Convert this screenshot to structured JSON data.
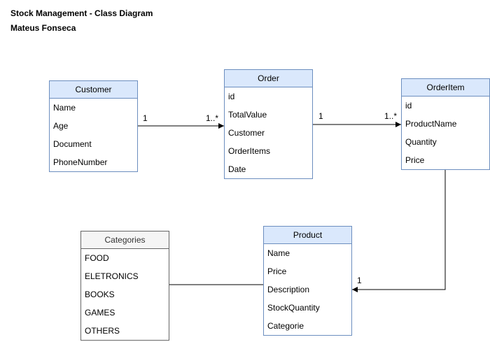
{
  "title": "Stock Management - Class Diagram",
  "author": "Mateus Fonseca",
  "classes": {
    "customer": {
      "name": "Customer",
      "attributes": [
        "Name",
        "Age",
        "Document",
        "PhoneNumber"
      ]
    },
    "order": {
      "name": "Order",
      "attributes": [
        "id",
        "TotalValue",
        "Customer",
        "OrderItems",
        "Date"
      ]
    },
    "orderitem": {
      "name": "OrderItem",
      "attributes": [
        "id",
        "ProductName",
        "Quantity",
        "Price"
      ]
    },
    "product": {
      "name": "Product",
      "attributes": [
        "Name",
        "Price",
        "Description",
        "StockQuantity",
        "Categorie"
      ]
    },
    "categories": {
      "name": "Categories",
      "attributes": [
        "FOOD",
        "ELETRONICS",
        "BOOKS",
        "GAMES",
        "OTHERS"
      ]
    }
  },
  "multiplicities": {
    "customer_order_source": "1",
    "customer_order_target": "1..*",
    "order_orderitem_source": "1",
    "order_orderitem_target": "1..*",
    "orderitem_product_target": "1"
  }
}
